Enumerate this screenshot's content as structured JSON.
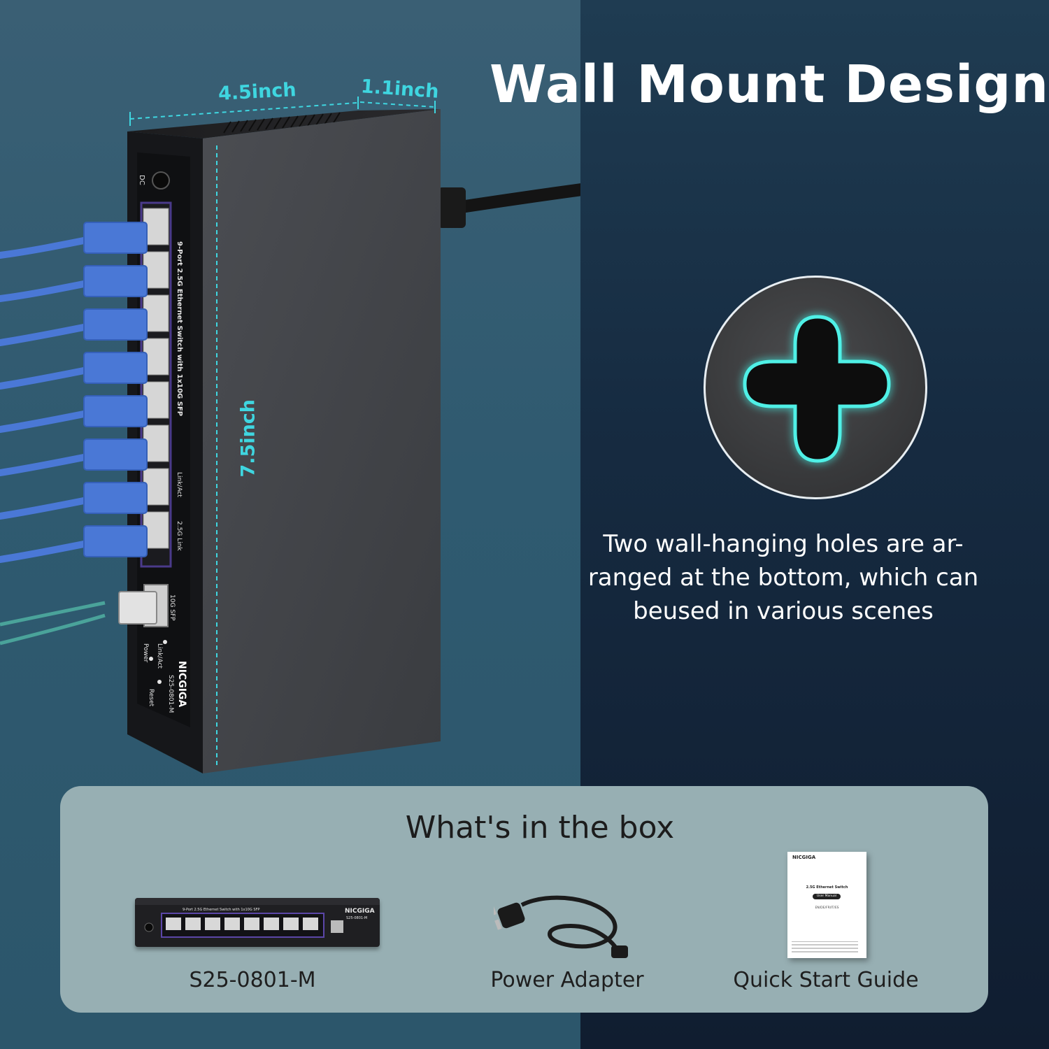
{
  "headline": "Wall Mount Design",
  "dimensions": {
    "width": "4.5inch",
    "depth": "1.1inch",
    "height": "7.5inch"
  },
  "switch_front": {
    "dc_label": "DC",
    "description": "9-Port 2.5G Ethernet Switch with 1x10G SFP",
    "led_legend": [
      "Link/Act",
      "2.5G Link"
    ],
    "sfp_label": "10G SFP",
    "power_label": "Power",
    "link_label": "Link/Act",
    "reset_label": "Reset",
    "brand": "NICGIGA",
    "model": "S25-0801-M"
  },
  "caption": "Two wall-hanging holes are ar- ranged at the bottom, which can beused in various scenes",
  "box": {
    "title": "What's in the box",
    "items": [
      {
        "label": "S25-0801-M",
        "icon": "switch-image"
      },
      {
        "label": "Power Adapter",
        "icon": "power-cable-image"
      },
      {
        "label": "Quick Start Guide",
        "icon": "manual-image"
      }
    ],
    "mini_switch": {
      "brand": "NICGIGA",
      "model": "S25-0801-M",
      "description": "9-Port 2.5G Ethernet Switch with 1x10G SFP"
    },
    "guide": {
      "brand": "NICGIGA",
      "title": "2.5G Ethernet Switch",
      "pill": "User Manual",
      "languages": "EN/DE/FR/IT/ES"
    }
  },
  "colors": {
    "accent_cyan": "#3fd6e0",
    "cable_blue": "#4a78d6",
    "panel": "#97afb3"
  }
}
